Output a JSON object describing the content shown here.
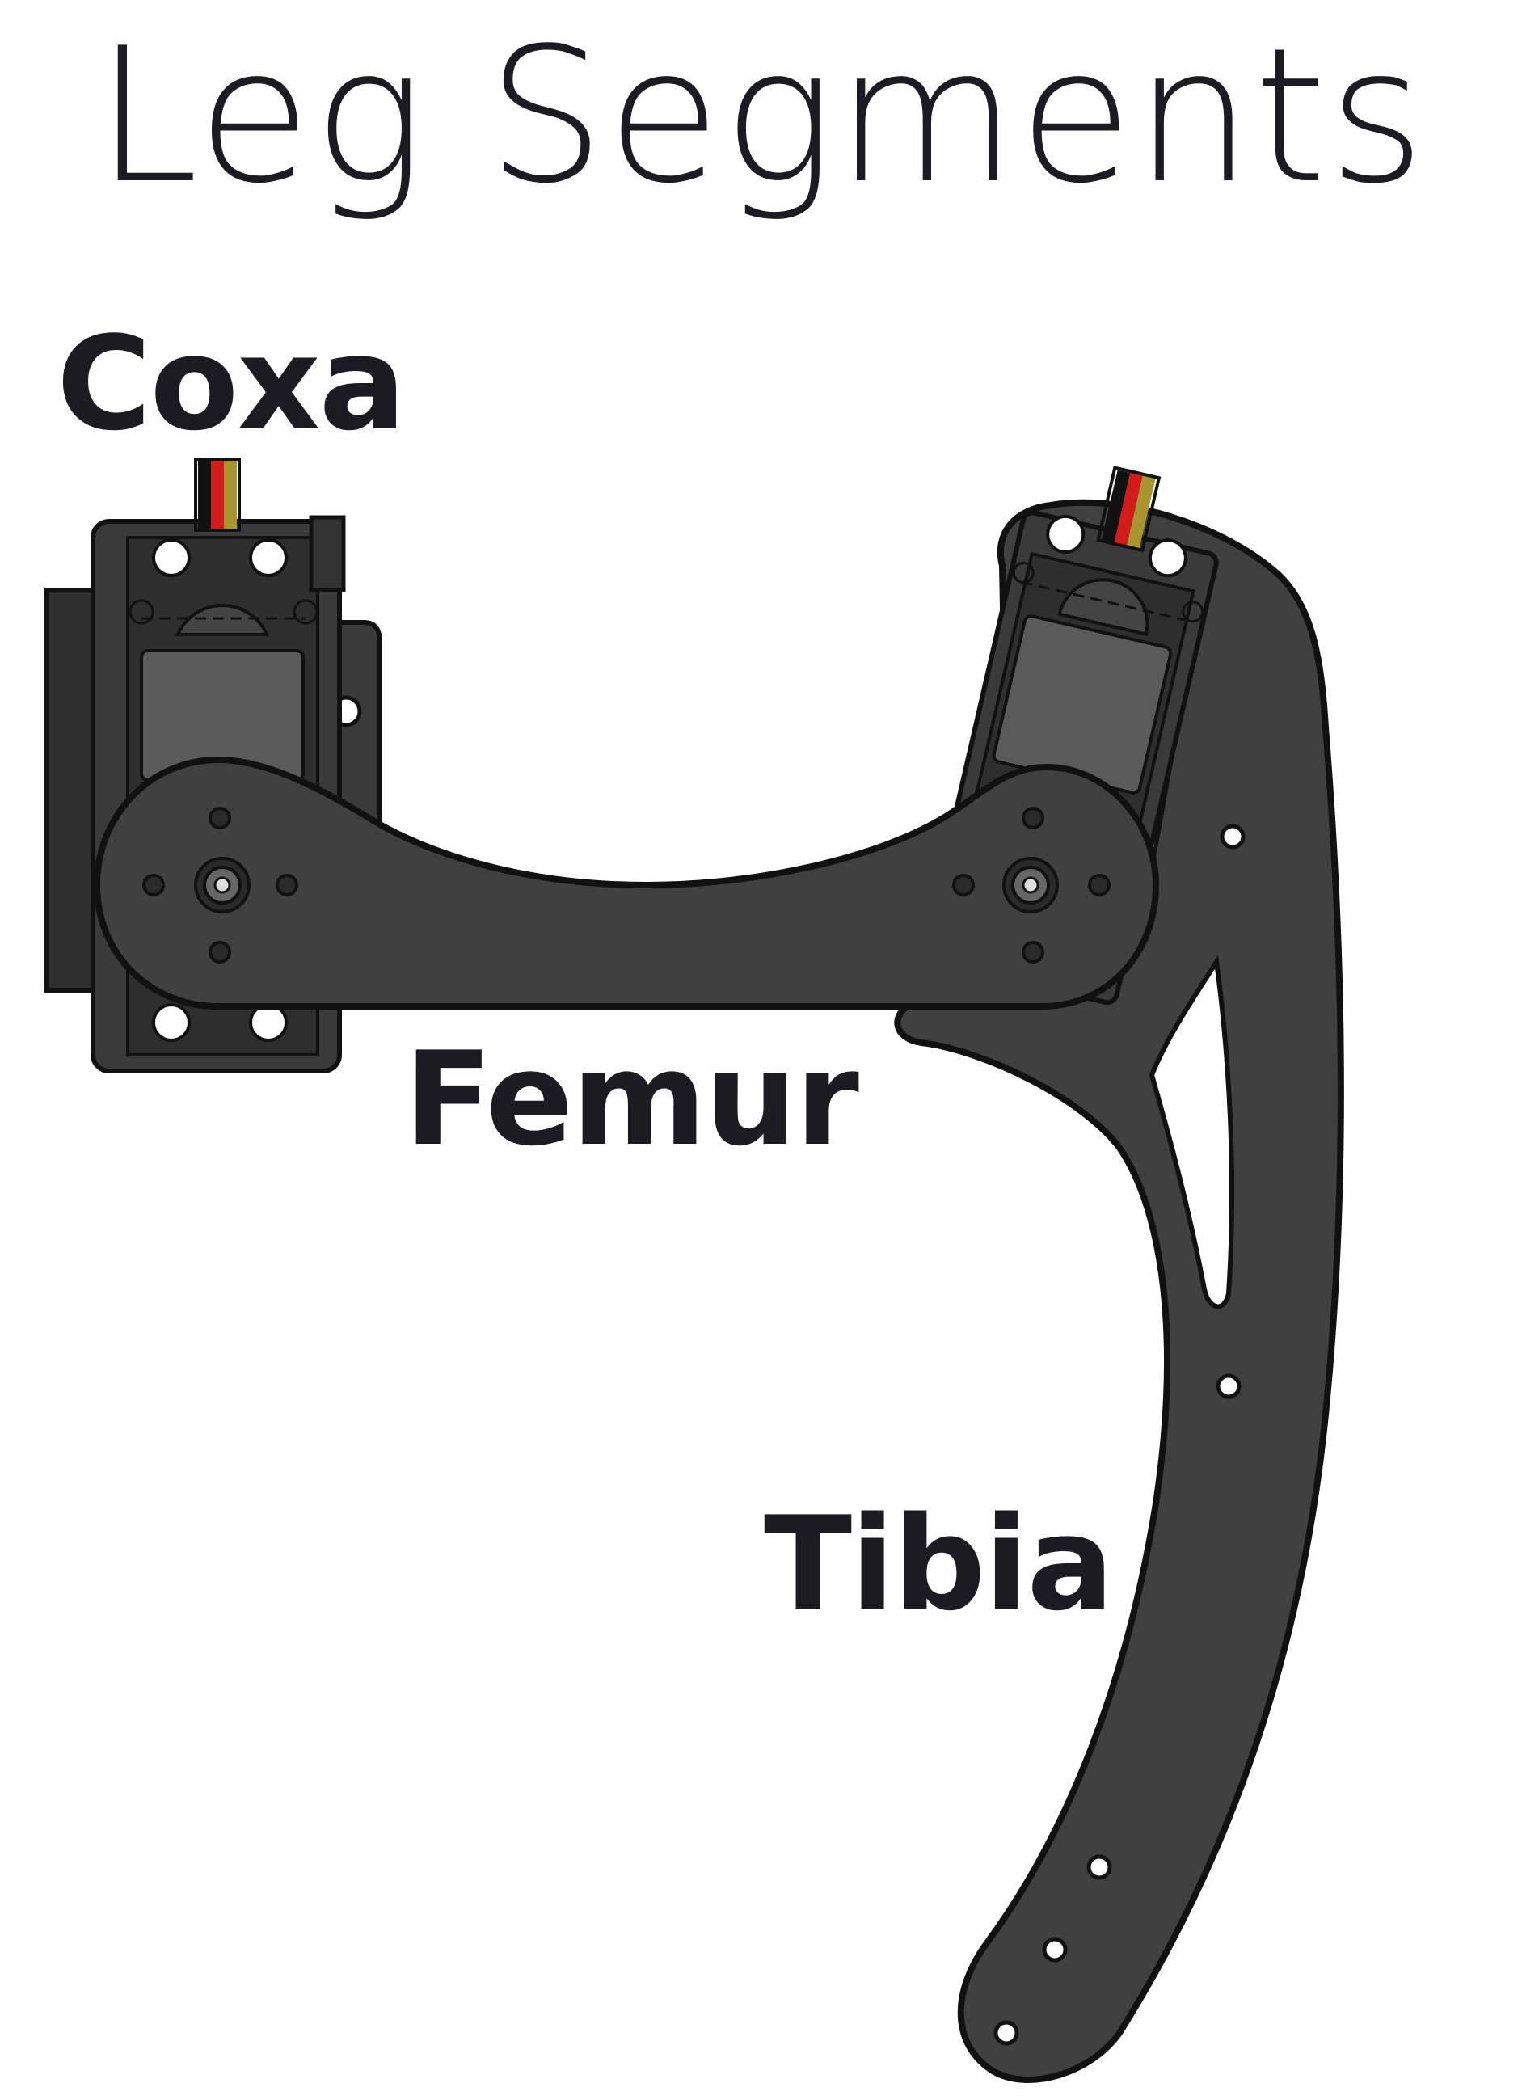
{
  "title": "Leg Segments",
  "labels": {
    "coxa": "Coxa",
    "femur": "Femur",
    "tibia": "Tibia"
  },
  "colors": {
    "text": "#1c1b24",
    "part_fill": "#404040",
    "part_dark": "#2a2a2a",
    "servo_window": "#555555",
    "outline": "#111111",
    "wire_red": "#d21b1b",
    "wire_yellow": "#a89530",
    "wire_black": "#111111"
  }
}
